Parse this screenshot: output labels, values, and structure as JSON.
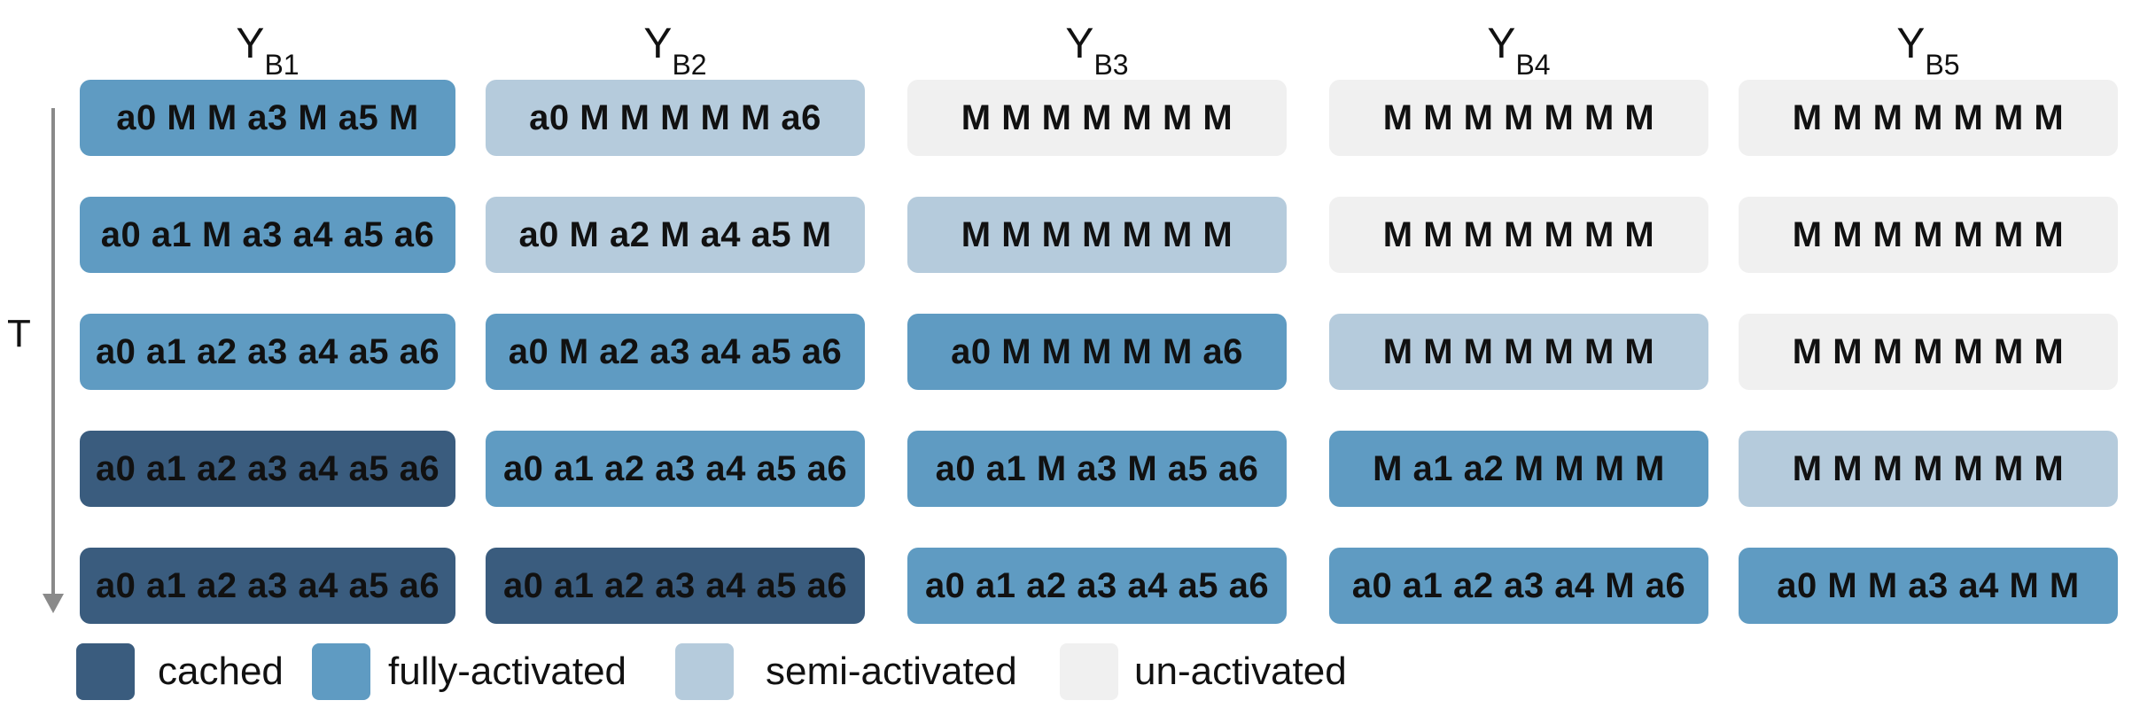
{
  "colors": {
    "cached": "#3a5c7e",
    "fully": "#5f9bc2",
    "semi": "#b5cbdc",
    "un": "#f0f0f0"
  },
  "columns": [
    {
      "base": "Y",
      "sub": "B1"
    },
    {
      "base": "Y",
      "sub": "B2"
    },
    {
      "base": "Y",
      "sub": "B3"
    },
    {
      "base": "Y",
      "sub": "B4"
    },
    {
      "base": "Y",
      "sub": "B5"
    }
  ],
  "axis_label": "T",
  "grid": [
    [
      {
        "text": "a0 M M a3 M a5 M",
        "state": "fully"
      },
      {
        "text": "a0 a1 M a3 a4 a5 a6",
        "state": "fully"
      },
      {
        "text": "a0 a1 a2 a3 a4 a5 a6",
        "state": "fully"
      },
      {
        "text": "a0 a1 a2 a3 a4 a5 a6",
        "state": "cached"
      },
      {
        "text": "a0 a1 a2 a3 a4 a5 a6",
        "state": "cached"
      }
    ],
    [
      {
        "text": "a0 M M M M M a6",
        "state": "semi"
      },
      {
        "text": "a0 M a2 M a4 a5 M",
        "state": "semi"
      },
      {
        "text": "a0 M a2 a3 a4 a5 a6",
        "state": "fully"
      },
      {
        "text": "a0 a1 a2 a3 a4 a5 a6",
        "state": "fully"
      },
      {
        "text": "a0 a1 a2 a3 a4 a5 a6",
        "state": "cached"
      }
    ],
    [
      {
        "text": "M M M M M M M",
        "state": "un"
      },
      {
        "text": "M M M M M M M",
        "state": "semi"
      },
      {
        "text": "a0 M M M M M a6",
        "state": "fully"
      },
      {
        "text": "a0 a1 M a3 M a5 a6",
        "state": "fully"
      },
      {
        "text": "a0 a1 a2 a3 a4 a5 a6",
        "state": "fully"
      }
    ],
    [
      {
        "text": "M M M M M M M",
        "state": "un"
      },
      {
        "text": "M M M M M M M",
        "state": "un"
      },
      {
        "text": "M M M M M M M",
        "state": "semi"
      },
      {
        "text": "M a1 a2 M M M M",
        "state": "fully"
      },
      {
        "text": "a0 a1 a2 a3 a4 M a6",
        "state": "fully"
      }
    ],
    [
      {
        "text": "M M M M M M M",
        "state": "un"
      },
      {
        "text": "M M M M M M M",
        "state": "un"
      },
      {
        "text": "M M M M M M M",
        "state": "un"
      },
      {
        "text": "M M M M M M M",
        "state": "semi"
      },
      {
        "text": "a0 M M a3 a4 M M",
        "state": "fully"
      }
    ]
  ],
  "legend": [
    {
      "state": "cached",
      "label": "cached"
    },
    {
      "state": "fully",
      "label": "fully-activated"
    },
    {
      "state": "semi",
      "label": "semi-activated"
    },
    {
      "state": "un",
      "label": "un-activated"
    }
  ]
}
